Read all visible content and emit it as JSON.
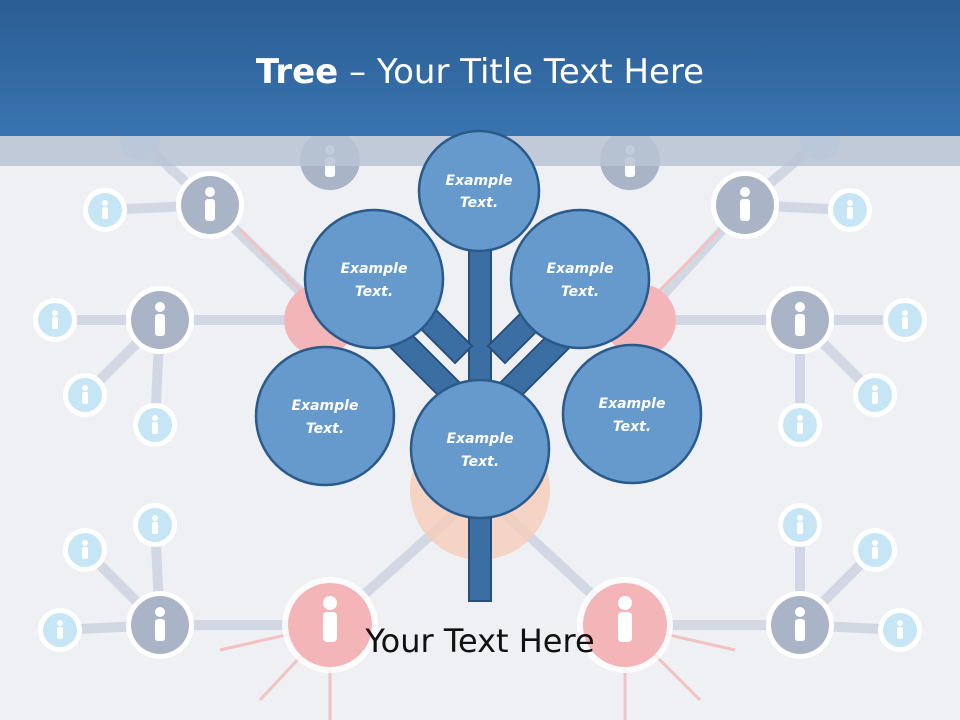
{
  "title": {
    "bold": "Tree",
    "rest": " – Your Title Text Here"
  },
  "nodes": [
    {
      "line1": "Example",
      "line2": "Text."
    },
    {
      "line1": "Example",
      "line2": "Text."
    },
    {
      "line1": "Example",
      "line2": "Text."
    },
    {
      "line1": "Example",
      "line2": "Text."
    },
    {
      "line1": "Example",
      "line2": "Text."
    },
    {
      "line1": "Example",
      "line2": "Text."
    }
  ],
  "caption": "Your Text Here",
  "colors": {
    "header": "#2f67a3",
    "node_fill": "#6699cc",
    "node_stroke": "#2a5a8a",
    "trunk": "#3a6ea5",
    "bg_person_blue": "#aab5c8",
    "bg_person_pink": "#f2b8b8",
    "bg_person_light": "#c7e6f5"
  }
}
